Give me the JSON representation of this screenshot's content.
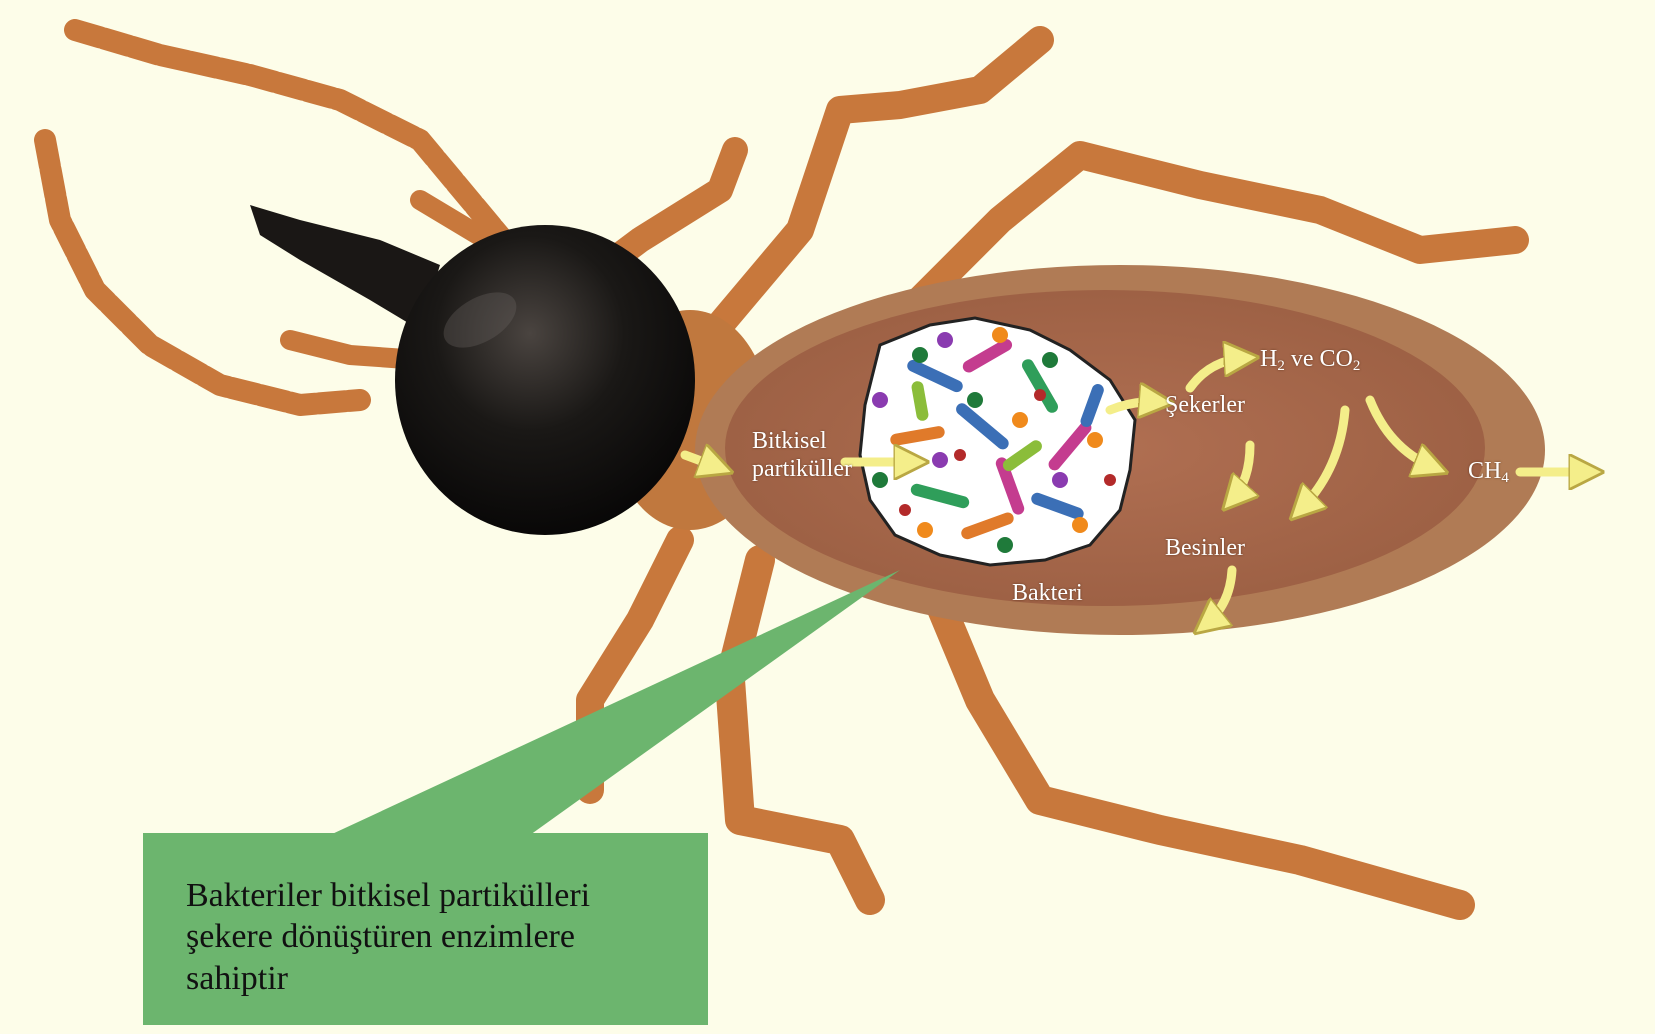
{
  "labels": {
    "plant_particles_line1": "Bitkisel",
    "plant_particles_line2": "partiküller",
    "bacteria": "Bakteri",
    "sugars": "Şekerler",
    "h2_base": "H",
    "h2_sub": "2",
    "h2_mid": " ve CO",
    "co2_sub": "2",
    "ch4_base": "CH",
    "ch4_sub": "4",
    "nutrients": "Besinler"
  },
  "callout": {
    "text_line1": "Bakteriler bitkisel partikülleri",
    "text_line2": "şekere dönüştüren enzimlere",
    "text_line3": "sahiptir"
  },
  "colors": {
    "background": "#fdfde9",
    "leg": "#c87a3e",
    "head": "#141210",
    "abdomen": "#a8674a",
    "arrow": "#f4ee8a",
    "callout": "#6cb56e"
  }
}
